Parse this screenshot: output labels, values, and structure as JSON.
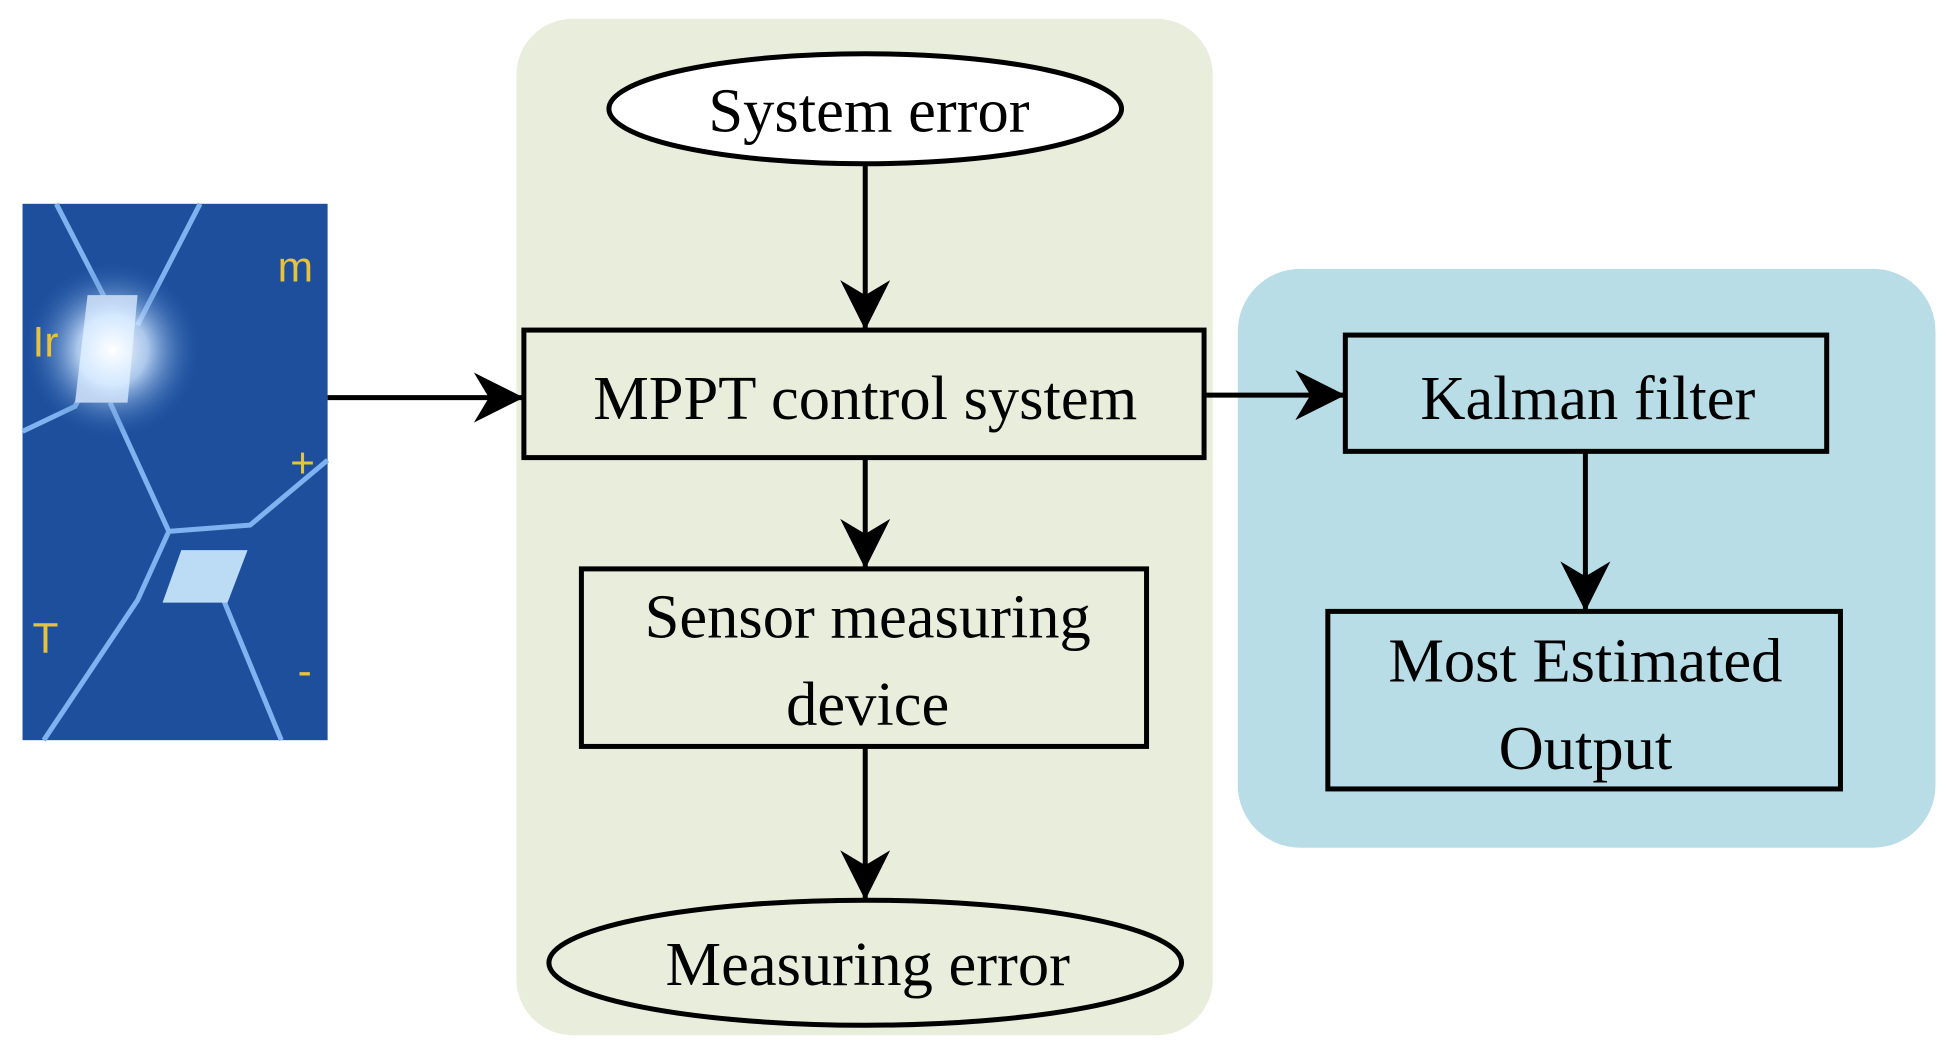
{
  "solar_panel": {
    "labels": [
      "Ir",
      "m",
      "+",
      "T",
      "-"
    ]
  },
  "nodes": {
    "system_error": "System error",
    "mppt": "MPPT control system",
    "sensor_line1": "Sensor measuring",
    "sensor_line2": "device",
    "measuring_error": "Measuring error",
    "kalman": "Kalman filter",
    "output_line1": "Most Estimated",
    "output_line2": "Output"
  },
  "colors": {
    "left_group": "#e9eedc",
    "right_group": "#b8dde6",
    "panel": "#1d4f9c"
  }
}
